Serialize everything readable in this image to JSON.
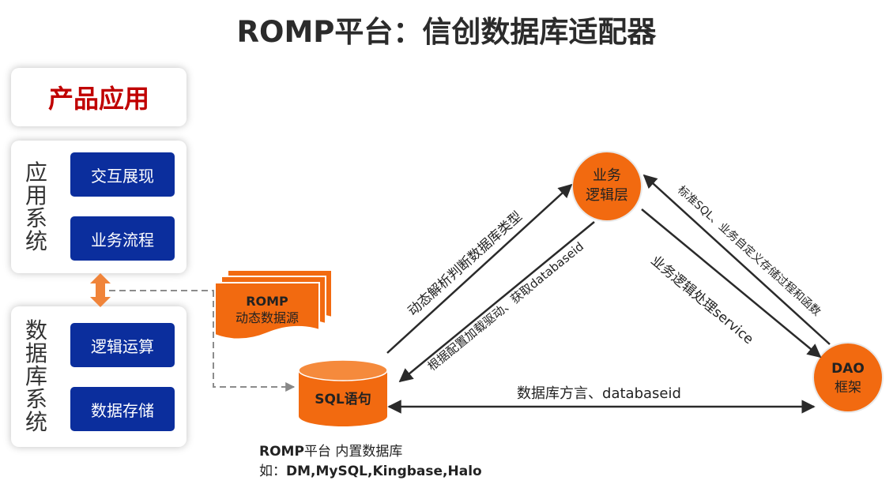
{
  "title": "ROMP平台：信创数据库适配器",
  "product": {
    "label": "产品应用"
  },
  "app_system": {
    "label": "应用系统",
    "buttons": [
      "交互展现",
      "业务流程"
    ]
  },
  "db_system": {
    "label": "数据库系统",
    "buttons": [
      "逻辑运算",
      "数据存储"
    ]
  },
  "dynamic_source": {
    "line1": "ROMP",
    "line2": "动态数据源"
  },
  "sql_node": {
    "label": "SQL语句"
  },
  "business_node": {
    "line1": "业务",
    "line2": "逻辑层"
  },
  "dao_node": {
    "line1": "DAO",
    "line2": "框架"
  },
  "edges": {
    "sql_to_business": "动态解析判断数据库类型",
    "business_to_sql": "根据配置加载驱动、获取databaseid",
    "business_to_dao": "业务逻辑处理service",
    "dao_to_business": "标准SQL、业务自定义存储过程和函数",
    "sql_dao": "数据库方言、databaseid"
  },
  "note": {
    "line1_bold": "ROMP",
    "line1_rest": "平台 内置数据库",
    "line2_prefix": "如：",
    "line2_bold": "DM,MySQL,Kingbase,Halo"
  },
  "colors": {
    "accent": "#f26a10",
    "button": "#0b2e9d",
    "title_red": "#c00000"
  }
}
